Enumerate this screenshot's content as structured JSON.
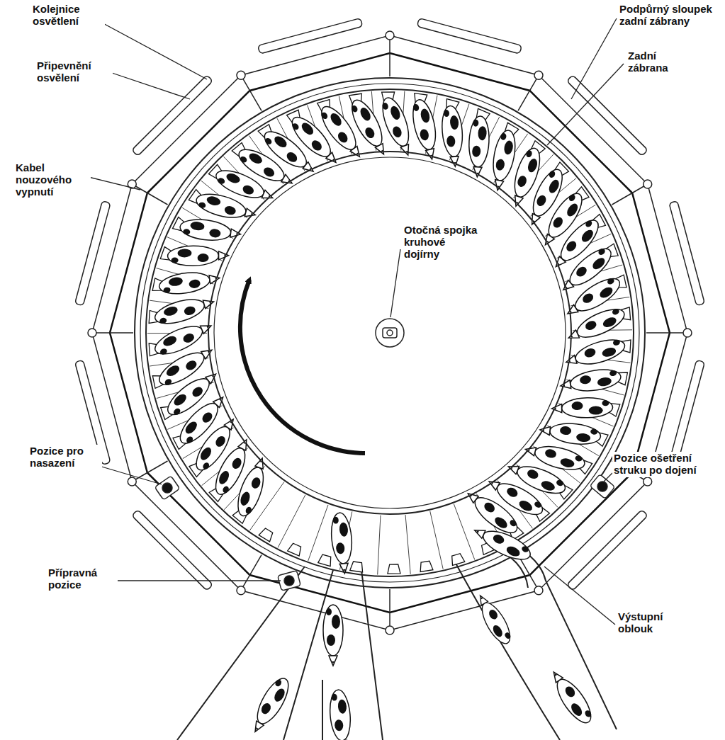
{
  "diagram": {
    "labels": [
      "Kolejnice osvětlení",
      "Připevnění osvělení",
      "Kabel nouzového vypnutí",
      "Podpůrný sloupek zadní zábrany",
      "Zadní zábrana",
      "Otočná spojka kruhové dojírny",
      "Pozice pro nasazení",
      "Přípravná pozice",
      "Pozice ošetření struku po dojení",
      "Výstupní oblouk"
    ]
  }
}
